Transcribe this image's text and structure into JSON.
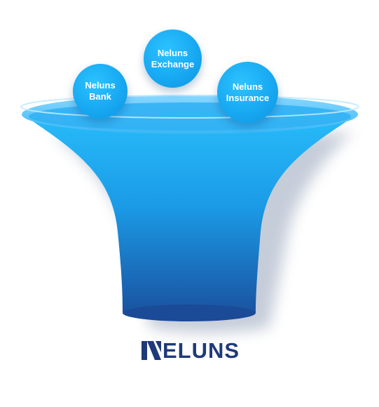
{
  "colors": {
    "funnel_top": "#25b8f7",
    "funnel_bottom": "#1b4f9e",
    "bubble": "#18a9f2",
    "logo": "#1e3a78"
  },
  "bubbles": [
    {
      "line1": "Neluns",
      "line2": "Bank"
    },
    {
      "line1": "Neluns",
      "line2": "Exchange"
    },
    {
      "line1": "Neluns",
      "line2": "Insurance"
    }
  ],
  "logo": {
    "text": "ELUNS",
    "mark_icon": "stylized-n-logo-mark"
  }
}
